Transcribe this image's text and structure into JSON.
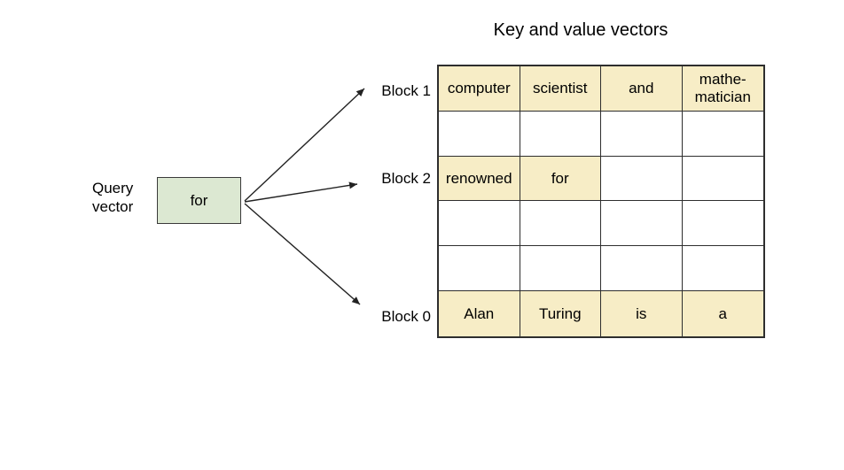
{
  "title": "Key and value vectors",
  "query": {
    "label": "Query\nvector",
    "box_text": "for"
  },
  "blocks": [
    {
      "label": "Block 1"
    },
    {
      "label": "Block 2"
    },
    {
      "label": "Block 0"
    }
  ],
  "table": {
    "rows": [
      {
        "cells": [
          {
            "text": "computer",
            "highlighted": true
          },
          {
            "text": "scientist",
            "highlighted": true
          },
          {
            "text": "and",
            "highlighted": true
          },
          {
            "text": "mathe-\nmatician",
            "highlighted": true
          }
        ]
      },
      {
        "cells": [
          {
            "text": "",
            "highlighted": false
          },
          {
            "text": "",
            "highlighted": false
          },
          {
            "text": "",
            "highlighted": false
          },
          {
            "text": "",
            "highlighted": false
          }
        ]
      },
      {
        "cells": [
          {
            "text": "renowned",
            "highlighted": true
          },
          {
            "text": "for",
            "highlighted": true
          },
          {
            "text": "",
            "highlighted": false
          },
          {
            "text": "",
            "highlighted": false
          }
        ]
      },
      {
        "cells": [
          {
            "text": "",
            "highlighted": false
          },
          {
            "text": "",
            "highlighted": false
          },
          {
            "text": "",
            "highlighted": false
          },
          {
            "text": "",
            "highlighted": false
          }
        ]
      },
      {
        "cells": [
          {
            "text": "",
            "highlighted": false
          },
          {
            "text": "",
            "highlighted": false
          },
          {
            "text": "",
            "highlighted": false
          },
          {
            "text": "",
            "highlighted": false
          }
        ]
      },
      {
        "cells": [
          {
            "text": "Alan",
            "highlighted": true
          },
          {
            "text": "Turing",
            "highlighted": true
          },
          {
            "text": "is",
            "highlighted": true
          },
          {
            "text": "a",
            "highlighted": true
          }
        ]
      }
    ]
  },
  "colors": {
    "cell_highlight": "#f7edc6",
    "query_box": "#dce8d2",
    "line": "#222222"
  }
}
